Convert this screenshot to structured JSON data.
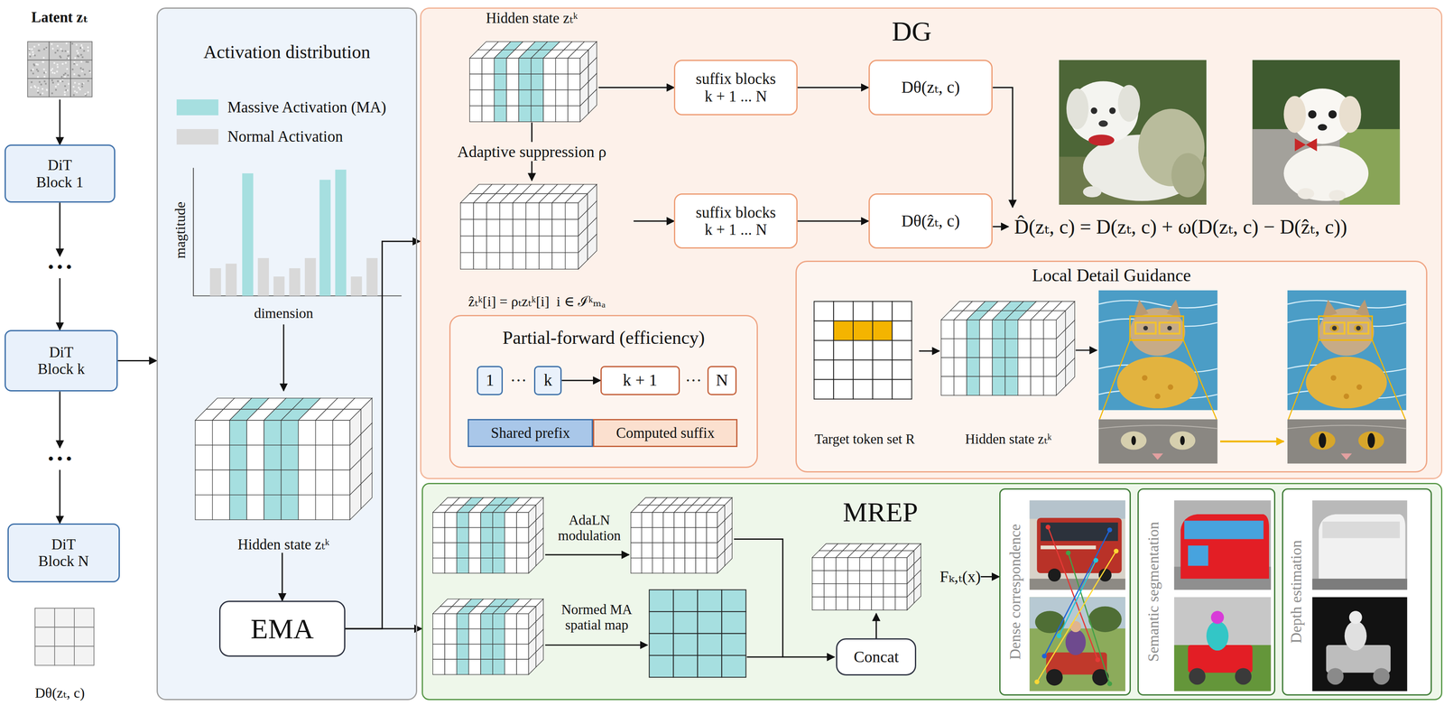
{
  "diagram": {
    "nodes": [
      {
        "text": [
          "Latent zₜ"
        ]
      },
      {
        "text": [
          "DiT Block 1"
        ]
      },
      {
        "text": [
          "• • •"
        ]
      },
      {
        "text": [
          "DiT Block k"
        ]
      },
      {
        "text": [
          "• • •"
        ]
      },
      {
        "text": [
          "DiT Block N"
        ]
      },
      {
        "text": [
          "Dθ(zₜ, c)"
        ]
      },
      {
        "text": [
          "Activation distribution"
        ]
      },
      {
        "text": [
          "Hidden state zₜᵏ"
        ],
        "in": 7
      },
      {
        "text": [
          "EMA"
        ],
        "in": 7
      },
      {
        "text": [
          "DG"
        ]
      },
      {
        "text": [
          "Hidden state zₜᵏ"
        ],
        "in": 10
      },
      {
        "text": [
          "suffix blocks k + 1 ... N"
        ],
        "in": 10
      },
      {
        "text": [
          "Dθ(zₜ, c)"
        ],
        "in": 10
      },
      {
        "text": [
          "ẑₜᵏ[i] = ρₜzₜᵏ[i]  i ∈ ℐᵏₘₐ"
        ],
        "in": 10
      },
      {
        "text": [
          "suffix blocks k + 1 ... N"
        ],
        "in": 10
      },
      {
        "text": [
          "Dθ(ẑₜ, c)"
        ],
        "in": 10
      },
      {
        "text": [
          "D̂(zₜ, c) = D(zₜ, c) + ω(D(zₜ, c) − D(ẑₜ, c))"
        ],
        "in": 10
      },
      {
        "text": [
          "Partial-forward (efficiency)"
        ],
        "in": 10
      },
      {
        "text": [
          "1"
        ],
        "in": 18
      },
      {
        "text": [
          "k"
        ],
        "in": 18
      },
      {
        "text": [
          "k + 1"
        ],
        "in": 18
      },
      {
        "text": [
          "N"
        ],
        "in": 18
      },
      {
        "text": [
          "Shared prefix"
        ],
        "in": 18
      },
      {
        "text": [
          "Computed suffix"
        ],
        "in": 18
      },
      {
        "text": [
          "Local Detail Guidance"
        ],
        "in": 10
      },
      {
        "text": [
          "Target token set R"
        ],
        "in": 25
      },
      {
        "text": [
          "Hidden state zₜᵏ"
        ],
        "in": 25
      },
      {
        "text": [
          "MREP"
        ]
      },
      {
        "text": [
          "Concat"
        ],
        "in": 28
      },
      {
        "text": [
          "Fₖ,ₜ(x)"
        ],
        "in": 28
      },
      {
        "text": [
          "Dense correspondence"
        ],
        "in": 28
      },
      {
        "text": [
          "Semantic segmentation"
        ],
        "in": 28
      },
      {
        "text": [
          "Depth estimation"
        ],
        "in": 28
      }
    ],
    "edges": [
      {
        "from": 0,
        "to": 1,
        "arrow": "to"
      },
      {
        "from": 1,
        "to": 2,
        "arrow": "to"
      },
      {
        "from": 2,
        "to": 3,
        "arrow": "to"
      },
      {
        "from": 3,
        "to": 4,
        "arrow": "to"
      },
      {
        "from": 4,
        "to": 5,
        "arrow": "to"
      },
      {
        "from": 3,
        "to": 7,
        "arrow": "to"
      },
      {
        "from": 8,
        "to": 9,
        "arrow": "to"
      },
      {
        "from": 9,
        "to": 10,
        "arrow": "to"
      },
      {
        "from": 9,
        "to": 28,
        "arrow": "to"
      },
      {
        "from": 11,
        "to": 12,
        "arrow": "to"
      },
      {
        "from": 12,
        "to": 13,
        "arrow": "to"
      },
      {
        "from": 11,
        "to": 14,
        "label": "Adaptive suppression ρ",
        "arrow": "to"
      },
      {
        "from": 14,
        "to": 15,
        "arrow": "to"
      },
      {
        "from": 15,
        "to": 16,
        "arrow": "to"
      },
      {
        "from": 13,
        "to": 17,
        "arrow": "to"
      },
      {
        "from": 16,
        "to": 17,
        "arrow": "to"
      },
      {
        "from": 20,
        "to": 21,
        "arrow": "to"
      },
      {
        "from": 26,
        "to": 27,
        "arrow": "to"
      },
      {
        "from": 29,
        "to": 30,
        "arrow": "to"
      },
      {
        "from": 30,
        "to": 31,
        "arrow": "to"
      }
    ],
    "labels": [
      "magtitude",
      "dimension",
      "···",
      "···",
      "AdaLN modulation",
      "Normed MA spatial map"
    ],
    "legend": [
      {
        "text": "Massive Activation (MA)",
        "color": "#a6dfe0"
      },
      {
        "text": "Normal Activation",
        "color": "#d9d9d9"
      }
    ]
  }
}
